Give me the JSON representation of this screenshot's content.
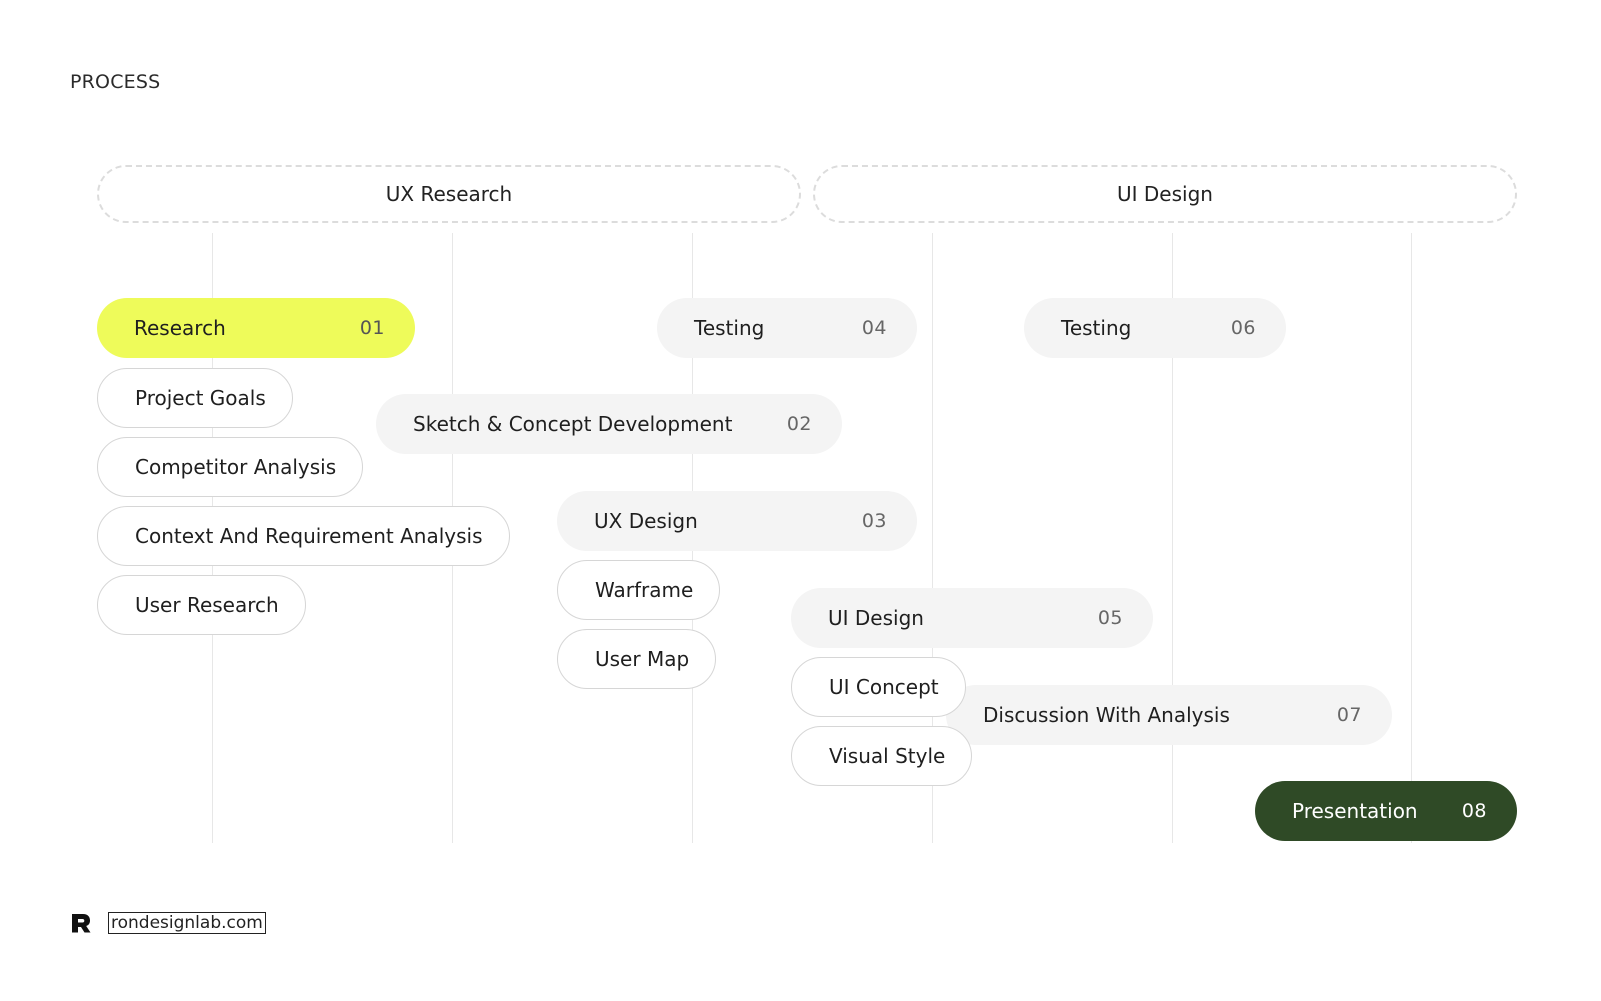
{
  "section_label": "PROCESS",
  "phases": {
    "ux": "UX Research",
    "ui": "UI Design"
  },
  "steps": {
    "research": {
      "label": "Research",
      "num": "01"
    },
    "sketch": {
      "label": "Sketch & Concept Development",
      "num": "02"
    },
    "ux_design": {
      "label": "UX Design",
      "num": "03"
    },
    "testing_a": {
      "label": "Testing",
      "num": "04"
    },
    "ui_design": {
      "label": "UI Design",
      "num": "05"
    },
    "testing_b": {
      "label": "Testing",
      "num": "06"
    },
    "discussion": {
      "label": "Discussion With Analysis",
      "num": "07"
    },
    "presentation": {
      "label": "Presentation",
      "num": "08"
    }
  },
  "subitems": {
    "research": [
      "Project Goals",
      "Competitor Analysis",
      "Context And Requirement Analysis",
      "User Research"
    ],
    "ux_design": [
      "Warframe",
      "User Map"
    ],
    "ui_design": [
      "UI Concept",
      "Visual Style"
    ]
  },
  "colors": {
    "active": "#eefb5a",
    "final": "#2f4a26",
    "step_bg": "#f4f4f4"
  },
  "footer": {
    "logo_icon": "r-logo-icon",
    "link": "rondesignlab.com"
  }
}
